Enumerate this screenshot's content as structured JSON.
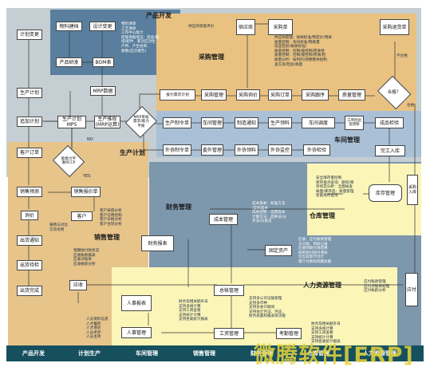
{
  "colors": {
    "product_dev": "#5a7f9e",
    "purchasing": "#e9c282",
    "production_plan": "#c5ced3",
    "workshop": "#a9c0d6",
    "sales": "#e6c48a",
    "finance": "#7d97ac",
    "warehouse": "#fbf5b8",
    "hr": "#fbf5b8",
    "footer": "#16505e",
    "watermark": "#e8d43c"
  },
  "regions": {
    "product_dev": "产品开发",
    "purchasing": "采购管理",
    "production_plan": "生产计划",
    "workshop": "车间管理",
    "sales": "销售管理",
    "finance": "财务管理",
    "warehouse": "仓库管理",
    "hr": "人力资源管理"
  },
  "boxes": {
    "plan_change": "计划变更",
    "prod_plan": "生产计划",
    "add_plan": "追加计划",
    "customer_order": "客户订单",
    "sales_forecast": "销售预测",
    "inquiry": "询价",
    "shipping_notice": "出货通知",
    "shipping_wait": "出货待检",
    "shipping_done": "出货完成",
    "material_code": "物料建档",
    "design_change": "设计变更",
    "product_dev_box": "产品研发",
    "bom": "BOM表",
    "mrp_data": "MRP数据",
    "prod_plan_mps": "生产计划\nMPS",
    "prod_plan_mrp": "生产推程\n(MRP运算)",
    "sales_quote": "销售报价单",
    "customer": "客户",
    "supplier": "供应商",
    "purchase_order_doc": "采购单",
    "supplier_eval": "供应商等级评价",
    "purchase_mgmt": "采购管理",
    "purchase_inquiry": "采购询价",
    "purchase_order": "采购订单",
    "purchase_tracking": "采购跟序",
    "quality_check": "质量管理",
    "plan_req": "按力需求计划",
    "purchase_return": "采购退货单",
    "prod_order": "生产制令单",
    "workshop_mgmt": "车间管理",
    "mfg_notice": "制造通知",
    "prod_picking": "生产领料",
    "workshop_schedule": "车间调度",
    "process_transfer": "工序检验及转移",
    "finished_inspect": "成品检验",
    "outsource_order": "外协制令单",
    "outsource_mgmt": "委外管理",
    "outsource_pick": "外协领料",
    "outsource_monitor": "外协监控",
    "outsource_inspect": "外协检验",
    "finished_in": "完工入库",
    "warehouse_mgmt": "库存管理",
    "purchase_in": "采购\n入库",
    "cost_mgmt": "成本管理",
    "finance_report": "财务报表",
    "fixed_assets": "固定资产",
    "receivable": "应收",
    "payable": "应付",
    "general_ledger": "总帐管理",
    "hr_report": "人事报表",
    "hr_mgmt": "人事管理",
    "payroll": "工资管理",
    "attendance": "考勤管理"
  },
  "diamonds": {
    "capacity_check": "能能力平\n衡RCCP",
    "mrp_check": "MRP审核\n需求/能力\n平衡",
    "qualified": "合格？"
  },
  "flow_labels": {
    "yes_1": "YES",
    "no_1": "NO",
    "qualified_yes": "合格",
    "unqualified": "不合格"
  },
  "notes": {
    "product_dev": "物料清单\n工艺清单\n工作中心能力\n结果单据保证：检验/图\n纸/配件、客对应对生\n产所、产生批单、\n质数(应诊报告)",
    "purchasing": "供应商管理：按样标准/物定价/物采\n质量控制：条码标准/物质量\n成品检验(按收标准)\n质量控制：控制/股控制/原质性\n质量控制：控制/股控制/原质/检\n质量分析：按列的/测整整体控制\n查方案/检验/质量",
    "sales": "客户按值分析\n客户信用控制\n客户价格分析\n客户合同分析",
    "sales_2": "报销与对比\n交货条例",
    "finance": "成本基本：标准方法\n/实际成本\n成本控制：运营成本\n计算方法：品种法/分\n步法/分批法",
    "finance_2": "应收、应付账款管理\n对对款、到款记录\n应收到款付清结算\n按到款付款付清处\n付出处现代付计\n累计付款和到期总额",
    "sales_3": "预期收付款状况\n应收账款报表\n应收对账单\n应收帐龄分析",
    "finance_3": "支持多公司记账管理\n支持多币种\n支持多会计期间\n支持会计凭证、凭证，\n财务处置和报表等功能",
    "hr": "财务及相关额外日\n支持多线计算\n支持工资查看\n支持统计计算\n支持各类统计报表",
    "hr_2": "人员资料信息\n人才推荐\n人才培训\n人员考评\n人员主持",
    "warehouse": "安全库存量控制\n库存盘点查询：期间/库\n存状态分析：全面帐查\n帐面/库存品：质量管理\n智能库存查询",
    "payable_notes": "应付账款管理\n应付对账单处理\n应付帐龄分析"
  },
  "footer": [
    "产品开发",
    "计划生产",
    "车间管理",
    "销售管理",
    "财务管理",
    "仓库管理",
    "人力资源管理"
  ],
  "watermark": "微腾软件[ERP]"
}
